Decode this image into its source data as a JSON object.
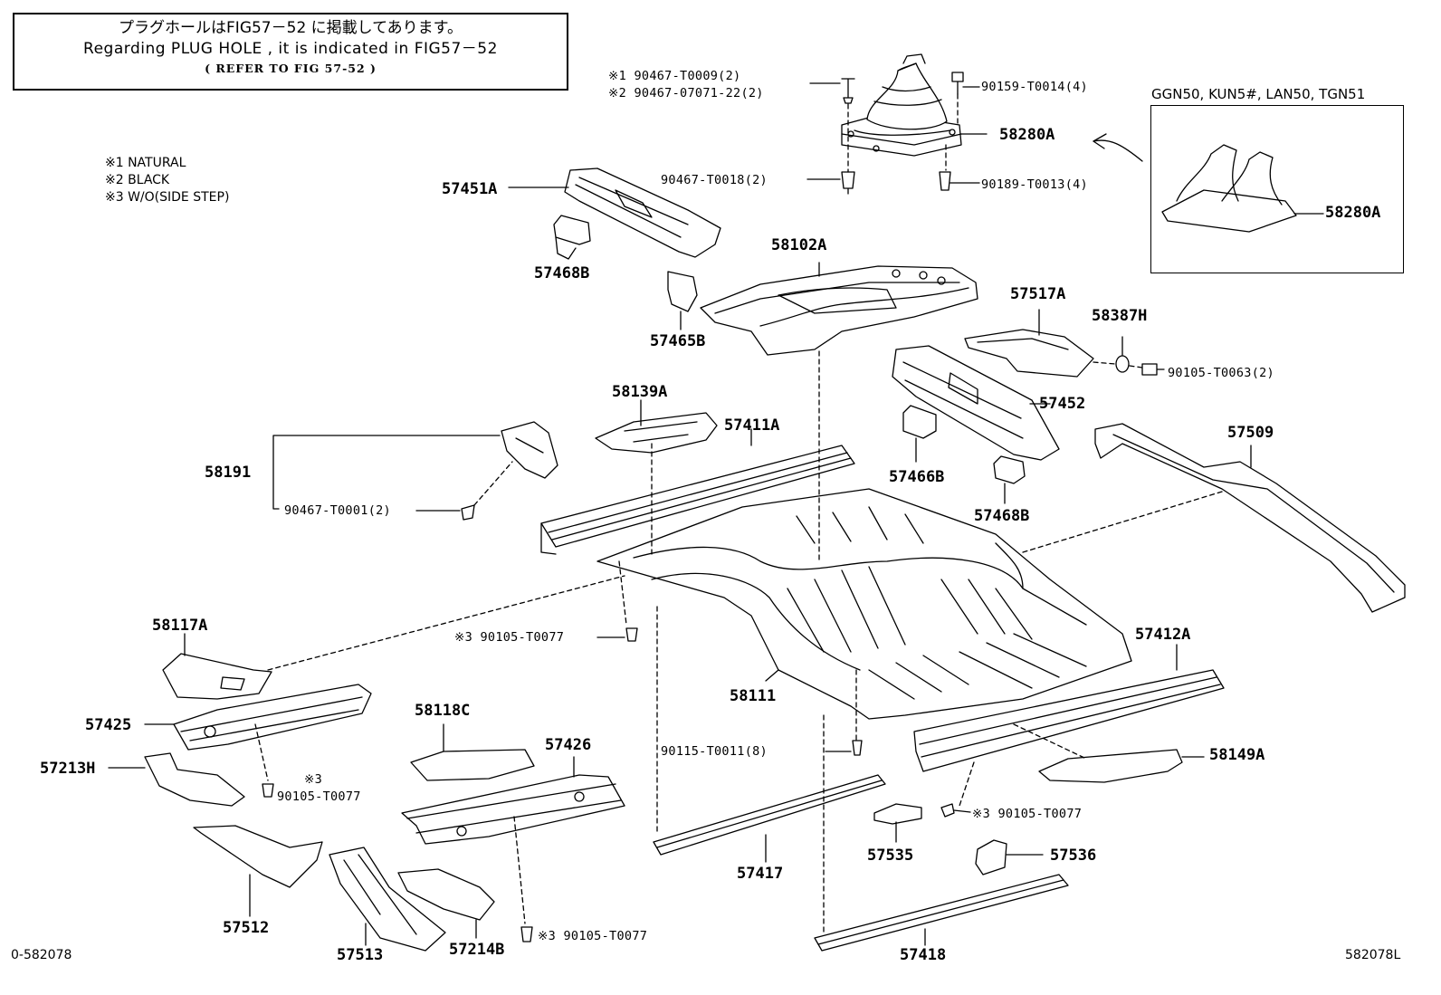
{
  "notice": {
    "line1": "プラグホールはFIG57－52 に掲載してあります。",
    "line2": "Regarding PLUG HOLE , it is indicated in FIG57－52",
    "line3": "( REFER TO FIG 57-52 )"
  },
  "legend": {
    "n1": "※1 NATURAL",
    "n2": "※2 BLACK",
    "n3": "※3 W/O(SIDE STEP)"
  },
  "inset": {
    "models": "GGN50, KUN5#, LAN50, TGN51",
    "part": "58280A"
  },
  "fasteners": {
    "f1": "※1 90467-T0009(2)",
    "f2": "※2 90467-07071-22(2)",
    "f3": "90159-T0014(4)",
    "f4": "90467-T0018(2)",
    "f5": "90189-T0013(4)",
    "f6": "90105-T0063(2)",
    "f7": "90467-T0001(2)",
    "f8": "※3 90105-T0077",
    "f9_mark": "※3",
    "f9": "90105-T0077",
    "f10": "90115-T0011(8)",
    "f11": "※3 90105-T0077",
    "f12": "※3 90105-T0077"
  },
  "parts": {
    "p58280A": "58280A",
    "p57451A": "57451A",
    "p57468B_top": "57468B",
    "p58102A": "58102A",
    "p57465B": "57465B",
    "p57517A": "57517A",
    "p58387H": "58387H",
    "p57452": "57452",
    "p58139A": "58139A",
    "p57411A": "57411A",
    "p58191": "58191",
    "p57466B": "57466B",
    "p57468B_mid": "57468B",
    "p57509": "57509",
    "p58117A": "58117A",
    "p57412A": "57412A",
    "p58111": "58111",
    "p57425": "57425",
    "p58118C": "58118C",
    "p57426": "57426",
    "p57213H": "57213H",
    "p58149A": "58149A",
    "p57417": "57417",
    "p57535": "57535",
    "p57536": "57536",
    "p57512": "57512",
    "p57513": "57513",
    "p57214B": "57214B",
    "p57418": "57418"
  },
  "footer": {
    "left": "0-582078",
    "right": "582078L"
  }
}
